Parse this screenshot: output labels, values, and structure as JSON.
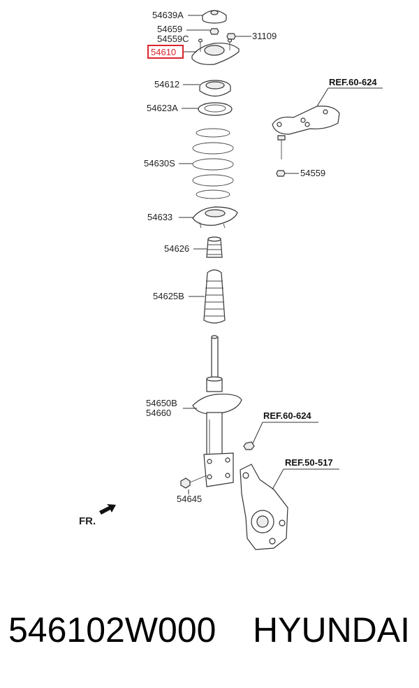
{
  "diagram": {
    "highlight_color": "#d9262c",
    "callouts": {
      "c54639A": "54639A",
      "c54659": "54659",
      "c54559C": "54559C",
      "c31109": "31109",
      "c54610": "54610",
      "c54612": "54612",
      "c54623A": "54623A",
      "c54630S": "54630S",
      "c54633": "54633",
      "c54626": "54626",
      "c54625B": "54625B",
      "c54650B": "54650B",
      "c54660": "54660",
      "c54645": "54645",
      "c54559": "54559"
    },
    "refs": {
      "r1": "REF.60-624",
      "r2": "REF.60-624",
      "r3": "REF.50-517"
    },
    "direction": "FR."
  },
  "caption": {
    "part_number": "546102W000",
    "brand": "HYUNDAI"
  }
}
